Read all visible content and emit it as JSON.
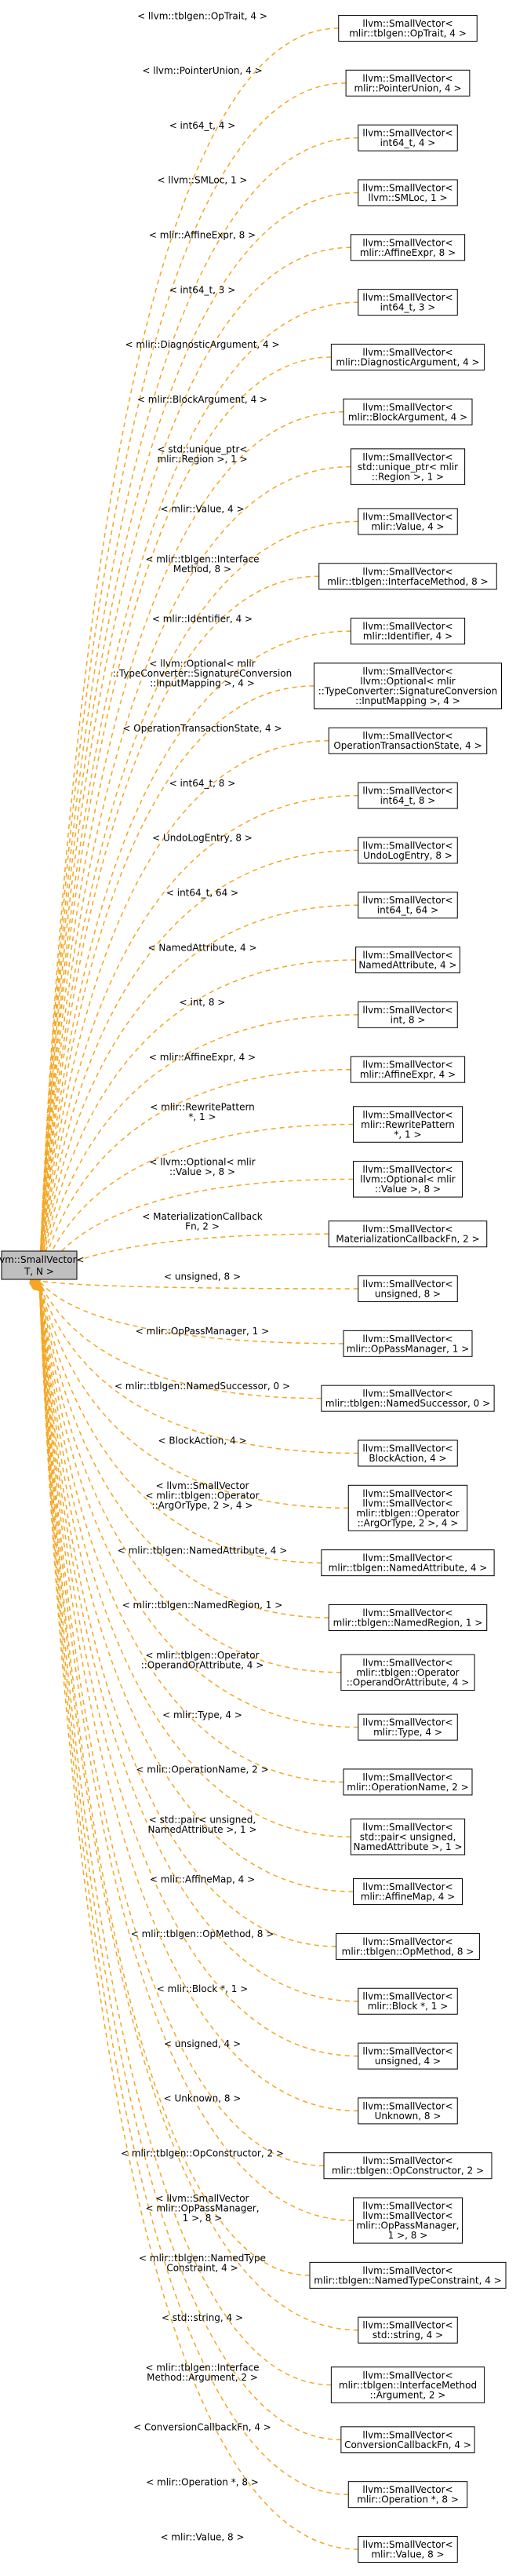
{
  "diagram": {
    "base": {
      "line1": "llvm::SmallVector<",
      "line2": "T, N >"
    },
    "colors": {
      "edge": "#F5A623",
      "box_border": "#000000",
      "base_fill": "#BFBFBF",
      "node_fill": "#FFFFFF"
    },
    "specializations": [
      {
        "label": [
          "< llvm::tblgen::OpTrait, 4 >"
        ],
        "node": [
          "llvm::SmallVector<",
          "mlir::tblgen::OpTrait, 4 >"
        ]
      },
      {
        "label": [
          "< llvm::PointerUnion, 4 >"
        ],
        "node": [
          "llvm::SmallVector<",
          "mlir::PointerUnion, 4 >"
        ]
      },
      {
        "label": [
          "< int64_t, 4 >"
        ],
        "node": [
          "llvm::SmallVector<",
          "int64_t, 4 >"
        ]
      },
      {
        "label": [
          "< llvm::SMLoc, 1 >"
        ],
        "node": [
          "llvm::SmallVector<",
          "llvm::SMLoc, 1 >"
        ]
      },
      {
        "label": [
          "< mlir::AffineExpr, 8 >"
        ],
        "node": [
          "llvm::SmallVector<",
          "mlir::AffineExpr, 8 >"
        ]
      },
      {
        "label": [
          "< int64_t, 3 >"
        ],
        "node": [
          "llvm::SmallVector<",
          "int64_t, 3 >"
        ]
      },
      {
        "label": [
          "< mlir::DiagnosticArgument, 4 >"
        ],
        "node": [
          "llvm::SmallVector<",
          "mlir::DiagnosticArgument, 4 >"
        ]
      },
      {
        "label": [
          "< mlir::BlockArgument, 4 >"
        ],
        "node": [
          "llvm::SmallVector<",
          "mlir::BlockArgument, 4 >"
        ]
      },
      {
        "label": [
          "< std::unique_ptr<",
          "mlir::Region >, 1 >"
        ],
        "node": [
          "llvm::SmallVector<",
          "std::unique_ptr< mlir",
          "::Region >, 1 >"
        ]
      },
      {
        "label": [
          "< mlir::Value, 4 >"
        ],
        "node": [
          "llvm::SmallVector<",
          "mlir::Value, 4 >"
        ]
      },
      {
        "label": [
          "< mlir::tblgen::Interface",
          "Method, 8 >"
        ],
        "node": [
          "llvm::SmallVector<",
          "mlir::tblgen::InterfaceMethod, 8 >"
        ]
      },
      {
        "label": [
          "< mlir::Identifier, 4 >"
        ],
        "node": [
          "llvm::SmallVector<",
          "mlir::Identifier, 4 >"
        ]
      },
      {
        "label": [
          "< llvm::Optional< mlir",
          "::TypeConverter::SignatureConversion",
          "::InputMapping >, 4 >"
        ],
        "node": [
          "llvm::SmallVector<",
          "llvm::Optional< mlir",
          "::TypeConverter::SignatureConversion",
          "::InputMapping >, 4 >"
        ]
      },
      {
        "label": [
          "< OperationTransactionState, 4 >"
        ],
        "node": [
          "llvm::SmallVector<",
          "OperationTransactionState, 4 >"
        ]
      },
      {
        "label": [
          "< int64_t, 8 >"
        ],
        "node": [
          "llvm::SmallVector<",
          "int64_t, 8 >"
        ]
      },
      {
        "label": [
          "< UndoLogEntry, 8 >"
        ],
        "node": [
          "llvm::SmallVector<",
          "UndoLogEntry, 8 >"
        ]
      },
      {
        "label": [
          "< int64_t, 64 >"
        ],
        "node": [
          "llvm::SmallVector<",
          "int64_t, 64 >"
        ]
      },
      {
        "label": [
          "< NamedAttribute, 4 >"
        ],
        "node": [
          "llvm::SmallVector<",
          "NamedAttribute, 4 >"
        ]
      },
      {
        "label": [
          "< int, 8 >"
        ],
        "node": [
          "llvm::SmallVector<",
          "int, 8 >"
        ]
      },
      {
        "label": [
          "< mlir::AffineExpr, 4 >"
        ],
        "node": [
          "llvm::SmallVector<",
          "mlir::AffineExpr, 4 >"
        ]
      },
      {
        "label": [
          "< mlir::RewritePattern",
          "*, 1 >"
        ],
        "node": [
          "llvm::SmallVector<",
          "mlir::RewritePattern",
          "*, 1 >"
        ]
      },
      {
        "label": [
          "< llvm::Optional< mlir",
          "::Value >, 8 >"
        ],
        "node": [
          "llvm::SmallVector<",
          "llvm::Optional< mlir",
          "::Value >, 8 >"
        ]
      },
      {
        "label": [
          "< MaterializationCallback",
          "Fn, 2 >"
        ],
        "node": [
          "llvm::SmallVector<",
          "MaterializationCallbackFn, 2 >"
        ]
      },
      {
        "label": [
          "< unsigned, 8 >"
        ],
        "node": [
          "llvm::SmallVector<",
          "unsigned, 8 >"
        ]
      },
      {
        "label": [
          "< mlir::OpPassManager, 1 >"
        ],
        "node": [
          "llvm::SmallVector<",
          "mlir::OpPassManager, 1 >"
        ]
      },
      {
        "label": [
          "< mlir::tblgen::NamedSuccessor, 0 >"
        ],
        "node": [
          "llvm::SmallVector<",
          "mlir::tblgen::NamedSuccessor, 0 >"
        ]
      },
      {
        "label": [
          "< BlockAction, 4 >"
        ],
        "node": [
          "llvm::SmallVector<",
          "BlockAction, 4 >"
        ]
      },
      {
        "label": [
          "< llvm::SmallVector",
          "< mlir::tblgen::Operator",
          "::ArgOrType, 2 >, 4 >"
        ],
        "node": [
          "llvm::SmallVector<",
          "llvm::SmallVector<",
          "mlir::tblgen::Operator",
          "::ArgOrType, 2 >, 4 >"
        ]
      },
      {
        "label": [
          "< mlir::tblgen::NamedAttribute, 4 >"
        ],
        "node": [
          "llvm::SmallVector<",
          "mlir::tblgen::NamedAttribute, 4 >"
        ]
      },
      {
        "label": [
          "< mlir::tblgen::NamedRegion, 1 >"
        ],
        "node": [
          "llvm::SmallVector<",
          "mlir::tblgen::NamedRegion, 1 >"
        ]
      },
      {
        "label": [
          "< mlir::tblgen::Operator",
          "::OperandOrAttribute, 4 >"
        ],
        "node": [
          "llvm::SmallVector<",
          "mlir::tblgen::Operator",
          "::OperandOrAttribute, 4 >"
        ]
      },
      {
        "label": [
          "< mlir::Type, 4 >"
        ],
        "node": [
          "llvm::SmallVector<",
          "mlir::Type, 4 >"
        ]
      },
      {
        "label": [
          "< mlir::OperationName, 2 >"
        ],
        "node": [
          "llvm::SmallVector<",
          "mlir::OperationName, 2 >"
        ]
      },
      {
        "label": [
          "< std::pair< unsigned,",
          "NamedAttribute >, 1 >"
        ],
        "node": [
          "llvm::SmallVector<",
          "std::pair< unsigned,",
          "NamedAttribute >, 1 >"
        ]
      },
      {
        "label": [
          "< mlir::AffineMap, 4 >"
        ],
        "node": [
          "llvm::SmallVector<",
          "mlir::AffineMap, 4 >"
        ]
      },
      {
        "label": [
          "< mlir::tblgen::OpMethod, 8 >"
        ],
        "node": [
          "llvm::SmallVector<",
          "mlir::tblgen::OpMethod, 8 >"
        ]
      },
      {
        "label": [
          "< mlir::Block *, 1 >"
        ],
        "node": [
          "llvm::SmallVector<",
          "mlir::Block *, 1 >"
        ]
      },
      {
        "label": [
          "< unsigned, 4 >"
        ],
        "node": [
          "llvm::SmallVector<",
          "unsigned, 4 >"
        ]
      },
      {
        "label": [
          "< Unknown, 8 >"
        ],
        "node": [
          "llvm::SmallVector<",
          "Unknown, 8 >"
        ]
      },
      {
        "label": [
          "< mlir::tblgen::OpConstructor, 2 >"
        ],
        "node": [
          "llvm::SmallVector<",
          "mlir::tblgen::OpConstructor, 2 >"
        ]
      },
      {
        "label": [
          "< llvm::SmallVector",
          "< mlir::OpPassManager,",
          "1 >, 8 >"
        ],
        "node": [
          "llvm::SmallVector<",
          "llvm::SmallVector<",
          "mlir::OpPassManager,",
          "1 >, 8 >"
        ]
      },
      {
        "label": [
          "< mlir::tblgen::NamedType",
          "Constraint, 4 >"
        ],
        "node": [
          "llvm::SmallVector<",
          "mlir::tblgen::NamedTypeConstraint, 4 >"
        ]
      },
      {
        "label": [
          "< std::string, 4 >"
        ],
        "node": [
          "llvm::SmallVector<",
          "std::string, 4 >"
        ]
      },
      {
        "label": [
          "< mlir::tblgen::Interface",
          "Method::Argument, 2 >"
        ],
        "node": [
          "llvm::SmallVector<",
          "mlir::tblgen::InterfaceMethod",
          "::Argument, 2 >"
        ]
      },
      {
        "label": [
          "< ConversionCallbackFn, 4 >"
        ],
        "node": [
          "llvm::SmallVector<",
          "ConversionCallbackFn, 4 >"
        ]
      },
      {
        "label": [
          "< mlir::Operation *, 8 >"
        ],
        "node": [
          "llvm::SmallVector<",
          "mlir::Operation *, 8 >"
        ]
      },
      {
        "label": [
          "< mlir::Value, 8 >"
        ],
        "node": [
          "llvm::SmallVector<",
          "mlir::Value, 8 >"
        ]
      }
    ]
  }
}
